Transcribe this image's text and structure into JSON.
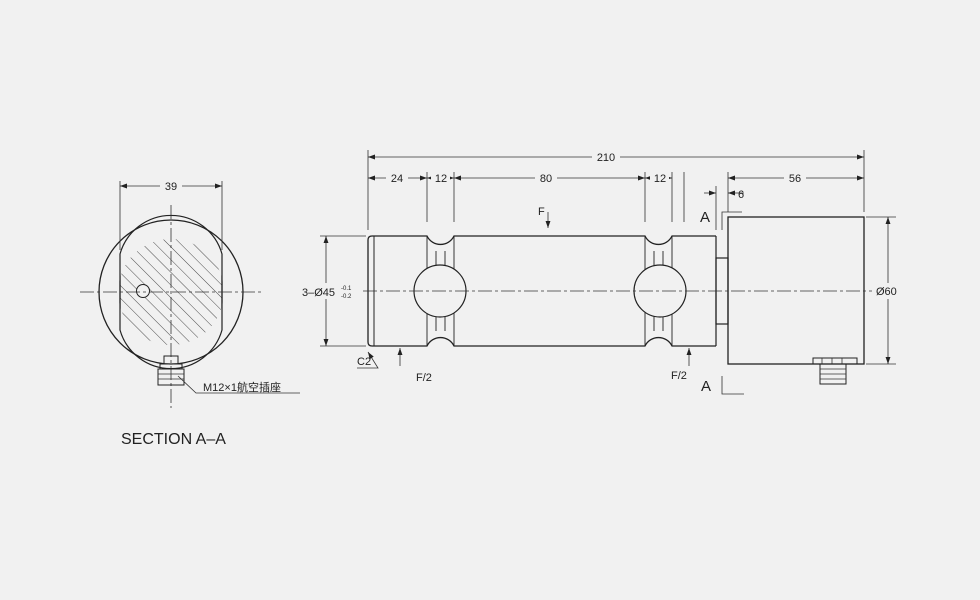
{
  "dimensions": {
    "total_length": "210",
    "seg_a": "24",
    "groove_left": "12",
    "seg_mid": "80",
    "groove_right": "12",
    "gap": "6",
    "housing_len": "56",
    "section_width": "39",
    "housing_dia": "Ø60",
    "bore_main": "3–Ø45",
    "bore_tol_upper": "-0.1",
    "bore_tol_lower": "-0.2",
    "chamfer": "C2"
  },
  "labels": {
    "force": "F",
    "force_left": "F/2",
    "force_right": "F/2",
    "section_mark_top": "A",
    "section_mark_bottom": "A",
    "connector": "M12×1航空插座",
    "section_title": "SECTION A–A"
  },
  "colors": {
    "background": "#f1f1f1",
    "line": "#222222"
  }
}
